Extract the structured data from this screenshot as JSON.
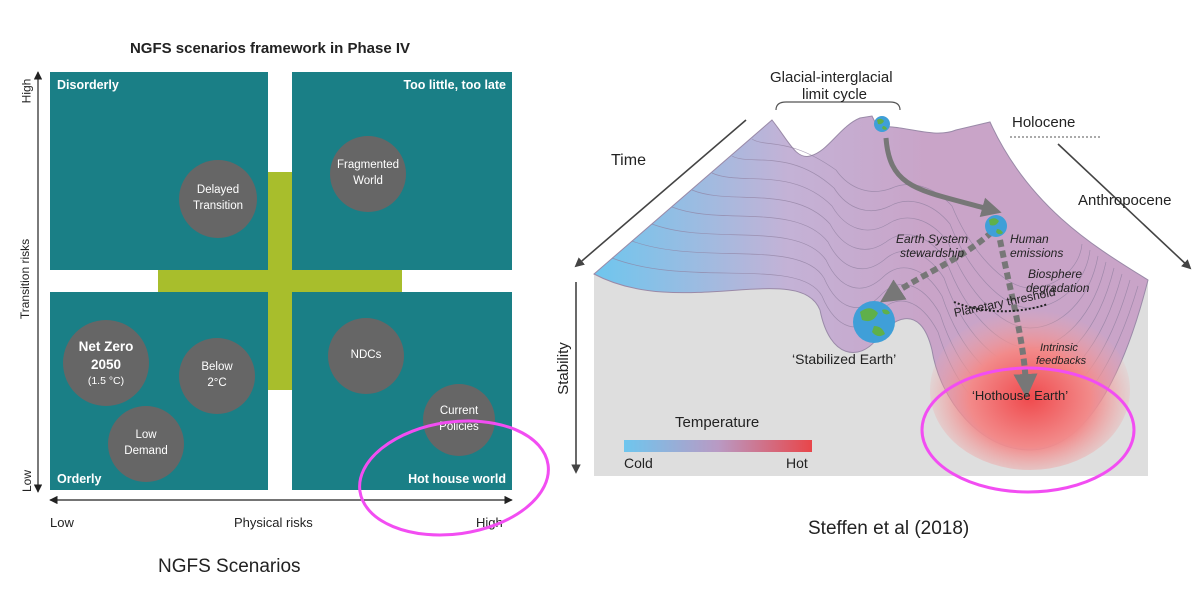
{
  "ngfs": {
    "title": "NGFS scenarios framework in Phase IV",
    "quadrants": {
      "top_left": "Disorderly",
      "top_right": "Too little, too late",
      "bottom_left": "Orderly",
      "bottom_right": "Hot house world"
    },
    "scenarios": {
      "delayed_transition": "Delayed\nTransition",
      "fragmented_world": "Fragmented\nWorld",
      "net_zero_line1": "Net Zero",
      "net_zero_line2": "2050",
      "net_zero_line3": "(1.5 °C)",
      "below_2c": "Below\n2°C",
      "low_demand": "Low\nDemand",
      "ndcs": "NDCs",
      "current_policies": "Current\nPolicies"
    },
    "y_axis": {
      "label": "Transition risks",
      "high": "High",
      "low": "Low"
    },
    "x_axis": {
      "label": "Physical risks",
      "low": "Low",
      "high": "High"
    },
    "caption": "NGFS Scenarios"
  },
  "steffen": {
    "glacial_cycle_line1": "Glacial-interglacial",
    "glacial_cycle_line2": "limit cycle",
    "holocene": "Holocene",
    "time": "Time",
    "anthropocene": "Anthropocene",
    "stability": "Stability",
    "earth_stewardship_line1": "Earth System",
    "earth_stewardship_line2": "stewardship",
    "human_emissions_line1": "Human",
    "human_emissions_line2": "emissions",
    "biosphere_line1": "Biosphere",
    "biosphere_line2": "degradation",
    "planetary_threshold": "Planetary threshold",
    "intrinsic_line1": "Intrinsic",
    "intrinsic_line2": "feedbacks",
    "stabilized_earth": "‘Stabilized Earth’",
    "hothouse_earth": "‘Hothouse Earth’",
    "temperature": "Temperature",
    "cold": "Cold",
    "hot": "Hot",
    "caption": "Steffen et al (2018)",
    "colors": {
      "cold": "#6ec6ee",
      "mid": "#b99ac4",
      "hot": "#e8464a"
    }
  },
  "highlight_color": "#f24df2"
}
